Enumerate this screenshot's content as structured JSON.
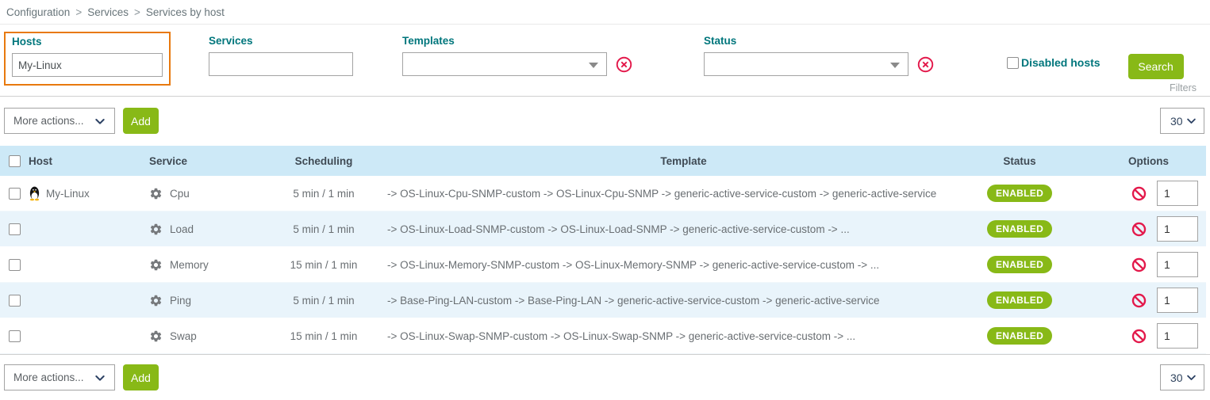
{
  "breadcrumb": {
    "separator": ">",
    "items": [
      "Configuration",
      "Services",
      "Services by host"
    ]
  },
  "filters": {
    "hosts": {
      "label": "Hosts",
      "value": "My-Linux"
    },
    "services": {
      "label": "Services",
      "value": ""
    },
    "templates": {
      "label": "Templates",
      "value": ""
    },
    "status": {
      "label": "Status",
      "value": ""
    },
    "disabled_hosts_label": "Disabled hosts",
    "search_label": "Search",
    "tab_label": "Filters"
  },
  "toolbar": {
    "more_actions_label": "More actions...",
    "add_label": "Add",
    "page_size": "30"
  },
  "table": {
    "headers": {
      "host": "Host",
      "service": "Service",
      "scheduling": "Scheduling",
      "template": "Template",
      "status": "Status",
      "options": "Options"
    },
    "rows": [
      {
        "host": "My-Linux",
        "service": "Cpu",
        "scheduling": "5 min / 1 min",
        "template": "-> OS-Linux-Cpu-SNMP-custom -> OS-Linux-Cpu-SNMP -> generic-active-service-custom -> generic-active-service",
        "status": "ENABLED",
        "options_value": "1"
      },
      {
        "host": "",
        "service": "Load",
        "scheduling": "5 min / 1 min",
        "template": "-> OS-Linux-Load-SNMP-custom -> OS-Linux-Load-SNMP -> generic-active-service-custom -> ...",
        "status": "ENABLED",
        "options_value": "1"
      },
      {
        "host": "",
        "service": "Memory",
        "scheduling": "15 min / 1 min",
        "template": "-> OS-Linux-Memory-SNMP-custom -> OS-Linux-Memory-SNMP -> generic-active-service-custom -> ...",
        "status": "ENABLED",
        "options_value": "1"
      },
      {
        "host": "",
        "service": "Ping",
        "scheduling": "5 min / 1 min",
        "template": "-> Base-Ping-LAN-custom -> Base-Ping-LAN -> generic-active-service-custom -> generic-active-service",
        "status": "ENABLED",
        "options_value": "1"
      },
      {
        "host": "",
        "service": "Swap",
        "scheduling": "15 min / 1 min",
        "template": "-> OS-Linux-Swap-SNMP-custom -> OS-Linux-Swap-SNMP -> generic-active-service-custom -> ...",
        "status": "ENABLED",
        "options_value": "1"
      }
    ]
  },
  "colors": {
    "accent_green": "#88b917",
    "label_teal": "#00767c",
    "focus_orange": "#e8790e",
    "action_red": "#e3194b",
    "table_header_blue": "#cde9f7",
    "row_tint_blue": "#e9f4fb"
  }
}
